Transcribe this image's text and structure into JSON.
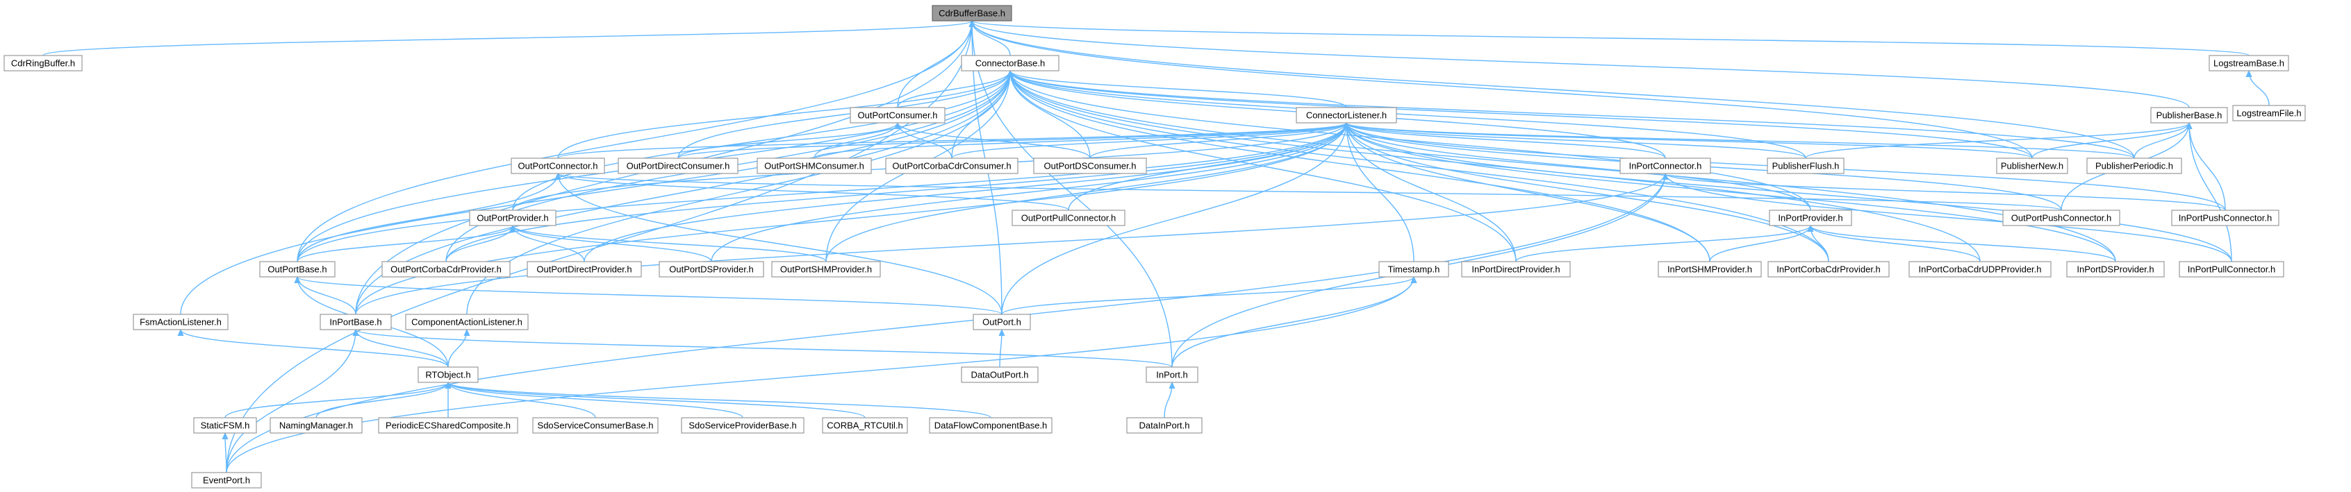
{
  "diagram": {
    "root": "CdrBufferBase.h",
    "colors": {
      "edge": "#63b8ff",
      "node_border": "#999999",
      "root_fill": "#999999",
      "background": "#ffffff"
    },
    "nodes": [
      {
        "id": "CdrBufferBase",
        "label": "CdrBufferBase.h"
      },
      {
        "id": "CdrRingBuffer",
        "label": "CdrRingBuffer.h"
      },
      {
        "id": "ConnectorBase",
        "label": "ConnectorBase.h"
      },
      {
        "id": "LogstreamBase",
        "label": "LogstreamBase.h"
      },
      {
        "id": "LogstreamFile",
        "label": "LogstreamFile.h"
      },
      {
        "id": "OutPortConsumer",
        "label": "OutPortConsumer.h"
      },
      {
        "id": "ConnectorListener",
        "label": "ConnectorListener.h"
      },
      {
        "id": "PublisherBase",
        "label": "PublisherBase.h"
      },
      {
        "id": "OutPortConnector",
        "label": "OutPortConnector.h"
      },
      {
        "id": "OutPortDirectConsumer",
        "label": "OutPortDirectConsumer.h"
      },
      {
        "id": "OutPortSHMConsumer",
        "label": "OutPortSHMConsumer.h"
      },
      {
        "id": "OutPortCorbaCdrConsumer",
        "label": "OutPortCorbaCdrConsumer.h"
      },
      {
        "id": "OutPortDSConsumer",
        "label": "OutPortDSConsumer.h"
      },
      {
        "id": "InPortConnector",
        "label": "InPortConnector.h"
      },
      {
        "id": "PublisherFlush",
        "label": "PublisherFlush.h"
      },
      {
        "id": "PublisherNew",
        "label": "PublisherNew.h"
      },
      {
        "id": "PublisherPeriodic",
        "label": "PublisherPeriodic.h"
      },
      {
        "id": "OutPortProvider",
        "label": "OutPortProvider.h"
      },
      {
        "id": "OutPortPullConnector",
        "label": "OutPortPullConnector.h"
      },
      {
        "id": "InPortProvider",
        "label": "InPortProvider.h"
      },
      {
        "id": "OutPortPushConnector",
        "label": "OutPortPushConnector.h"
      },
      {
        "id": "InPortPushConnector",
        "label": "InPortPushConnector.h"
      },
      {
        "id": "OutPortBase",
        "label": "OutPortBase.h"
      },
      {
        "id": "OutPortCorbaCdrProvider",
        "label": "OutPortCorbaCdrProvider.h"
      },
      {
        "id": "OutPortDirectProvider",
        "label": "OutPortDirectProvider.h"
      },
      {
        "id": "OutPortDSProvider",
        "label": "OutPortDSProvider.h"
      },
      {
        "id": "OutPortSHMProvider",
        "label": "OutPortSHMProvider.h"
      },
      {
        "id": "Timestamp",
        "label": "Timestamp.h"
      },
      {
        "id": "InPortDirectProvider",
        "label": "InPortDirectProvider.h"
      },
      {
        "id": "InPortSHMProvider",
        "label": "InPortSHMProvider.h"
      },
      {
        "id": "InPortCorbaCdrProvider",
        "label": "InPortCorbaCdrProvider.h"
      },
      {
        "id": "InPortCorbaCdrUDPProvider",
        "label": "InPortCorbaCdrUDPProvider.h"
      },
      {
        "id": "InPortDSProvider",
        "label": "InPortDSProvider.h"
      },
      {
        "id": "InPortPullConnector",
        "label": "InPortPullConnector.h"
      },
      {
        "id": "FsmActionListener",
        "label": "FsmActionListener.h"
      },
      {
        "id": "InPortBase",
        "label": "InPortBase.h"
      },
      {
        "id": "ComponentActionListener",
        "label": "ComponentActionListener.h"
      },
      {
        "id": "OutPort",
        "label": "OutPort.h"
      },
      {
        "id": "RTObject",
        "label": "RTObject.h"
      },
      {
        "id": "DataOutPort",
        "label": "DataOutPort.h"
      },
      {
        "id": "InPort",
        "label": "InPort.h"
      },
      {
        "id": "StaticFSM",
        "label": "StaticFSM.h"
      },
      {
        "id": "NamingManager",
        "label": "NamingManager.h"
      },
      {
        "id": "PeriodicECSharedComposite",
        "label": "PeriodicECSharedComposite.h"
      },
      {
        "id": "SdoServiceConsumerBase",
        "label": "SdoServiceConsumerBase.h"
      },
      {
        "id": "SdoServiceProviderBase",
        "label": "SdoServiceProviderBase.h"
      },
      {
        "id": "CORBA_RTCUtil",
        "label": "CORBA_RTCUtil.h"
      },
      {
        "id": "DataFlowComponentBase",
        "label": "DataFlowComponentBase.h"
      },
      {
        "id": "DataInPort",
        "label": "DataInPort.h"
      },
      {
        "id": "EventPort",
        "label": "EventPort.h"
      }
    ],
    "edges": [
      [
        "CdrRingBuffer",
        "CdrBufferBase"
      ],
      [
        "ConnectorBase",
        "CdrBufferBase"
      ],
      [
        "LogstreamBase",
        "CdrBufferBase"
      ],
      [
        "OutPortConsumer",
        "CdrBufferBase"
      ],
      [
        "PublisherBase",
        "CdrBufferBase"
      ],
      [
        "PublisherNew",
        "CdrBufferBase"
      ],
      [
        "PublisherPeriodic",
        "CdrBufferBase"
      ],
      [
        "OutPortBase",
        "CdrBufferBase"
      ],
      [
        "InPortBase",
        "CdrBufferBase"
      ],
      [
        "InPort",
        "CdrBufferBase"
      ],
      [
        "OutPort",
        "CdrBufferBase"
      ],
      [
        "EventPort",
        "CdrBufferBase"
      ],
      [
        "LogstreamFile",
        "LogstreamBase"
      ],
      [
        "OutPortConsumer",
        "ConnectorBase"
      ],
      [
        "ConnectorListener",
        "ConnectorBase"
      ],
      [
        "OutPortConnector",
        "ConnectorBase"
      ],
      [
        "OutPortDirectConsumer",
        "ConnectorBase"
      ],
      [
        "OutPortCorbaCdrConsumer",
        "ConnectorBase"
      ],
      [
        "OutPortDSConsumer",
        "ConnectorBase"
      ],
      [
        "InPortConnector",
        "ConnectorBase"
      ],
      [
        "PublisherFlush",
        "ConnectorBase"
      ],
      [
        "PublisherNew",
        "ConnectorBase"
      ],
      [
        "PublisherPeriodic",
        "ConnectorBase"
      ],
      [
        "OutPortProvider",
        "ConnectorBase"
      ],
      [
        "InPortProvider",
        "ConnectorBase"
      ],
      [
        "OutPortBase",
        "ConnectorBase"
      ],
      [
        "OutPortCorbaCdrProvider",
        "ConnectorBase"
      ],
      [
        "OutPortSHMProvider",
        "ConnectorBase"
      ],
      [
        "InPortDirectProvider",
        "ConnectorBase"
      ],
      [
        "InPortSHMProvider",
        "ConnectorBase"
      ],
      [
        "InPortCorbaCdrProvider",
        "ConnectorBase"
      ],
      [
        "InPortCorbaCdrUDPProvider",
        "ConnectorBase"
      ],
      [
        "InPortDSProvider",
        "ConnectorBase"
      ],
      [
        "FsmActionListener",
        "ConnectorBase"
      ],
      [
        "ComponentActionListener",
        "ConnectorBase"
      ],
      [
        "InPortBase",
        "ConnectorBase"
      ],
      [
        "OutPortDirectConsumer",
        "OutPortConsumer"
      ],
      [
        "OutPortSHMConsumer",
        "OutPortConsumer"
      ],
      [
        "OutPortCorbaCdrConsumer",
        "OutPortConsumer"
      ],
      [
        "OutPortDSConsumer",
        "OutPortConsumer"
      ],
      [
        "OutPortConnector",
        "ConnectorListener"
      ],
      [
        "OutPortDirectConsumer",
        "ConnectorListener"
      ],
      [
        "OutPortSHMConsumer",
        "ConnectorListener"
      ],
      [
        "OutPortCorbaCdrConsumer",
        "ConnectorListener"
      ],
      [
        "OutPortDSConsumer",
        "ConnectorListener"
      ],
      [
        "InPortConnector",
        "ConnectorListener"
      ],
      [
        "PublisherFlush",
        "ConnectorListener"
      ],
      [
        "PublisherNew",
        "ConnectorListener"
      ],
      [
        "PublisherPeriodic",
        "ConnectorListener"
      ],
      [
        "OutPortProvider",
        "ConnectorListener"
      ],
      [
        "OutPortPullConnector",
        "ConnectorListener"
      ],
      [
        "InPortProvider",
        "ConnectorListener"
      ],
      [
        "OutPortPushConnector",
        "ConnectorListener"
      ],
      [
        "InPortPushConnector",
        "ConnectorListener"
      ],
      [
        "OutPortBase",
        "ConnectorListener"
      ],
      [
        "OutPortCorbaCdrProvider",
        "ConnectorListener"
      ],
      [
        "OutPortDirectProvider",
        "ConnectorListener"
      ],
      [
        "OutPortDSProvider",
        "ConnectorListener"
      ],
      [
        "OutPortSHMProvider",
        "ConnectorListener"
      ],
      [
        "Timestamp",
        "ConnectorListener"
      ],
      [
        "InPortDirectProvider",
        "ConnectorListener"
      ],
      [
        "InPortSHMProvider",
        "ConnectorListener"
      ],
      [
        "InPortCorbaCdrProvider",
        "ConnectorListener"
      ],
      [
        "InPortDSProvider",
        "ConnectorListener"
      ],
      [
        "InPortPullConnector",
        "ConnectorListener"
      ],
      [
        "OutPort",
        "ConnectorListener"
      ],
      [
        "InPortBase",
        "ConnectorListener"
      ],
      [
        "PublisherFlush",
        "PublisherBase"
      ],
      [
        "PublisherNew",
        "PublisherBase"
      ],
      [
        "PublisherPeriodic",
        "PublisherBase"
      ],
      [
        "OutPortPushConnector",
        "PublisherBase"
      ],
      [
        "InPortPushConnector",
        "PublisherBase"
      ],
      [
        "InPortPullConnector",
        "PublisherBase"
      ],
      [
        "OutPortPullConnector",
        "OutPortConnector"
      ],
      [
        "OutPortPushConnector",
        "OutPortConnector"
      ],
      [
        "OutPort",
        "OutPortConnector"
      ],
      [
        "OutPortBase",
        "OutPortConnector"
      ],
      [
        "InPortPushConnector",
        "InPortConnector"
      ],
      [
        "InPortPullConnector",
        "InPortConnector"
      ],
      [
        "InPort",
        "InPortConnector"
      ],
      [
        "EventPort",
        "InPortConnector"
      ],
      [
        "InPortBase",
        "InPortConnector"
      ],
      [
        "OutPortCorbaCdrProvider",
        "OutPortProvider"
      ],
      [
        "OutPortDirectProvider",
        "OutPortProvider"
      ],
      [
        "OutPortDSProvider",
        "OutPortProvider"
      ],
      [
        "OutPortSHMProvider",
        "OutPortProvider"
      ],
      [
        "OutPortBase",
        "OutPortProvider"
      ],
      [
        "InPortDirectProvider",
        "InPortProvider"
      ],
      [
        "InPortSHMProvider",
        "InPortProvider"
      ],
      [
        "InPortCorbaCdrProvider",
        "InPortProvider"
      ],
      [
        "InPortCorbaCdrUDPProvider",
        "InPortProvider"
      ],
      [
        "InPortDSProvider",
        "InPortProvider"
      ],
      [
        "InPortBase",
        "OutPortBase"
      ],
      [
        "OutPort",
        "OutPortBase"
      ],
      [
        "RTObject",
        "OutPortBase"
      ],
      [
        "OutPort",
        "Timestamp"
      ],
      [
        "InPort",
        "Timestamp"
      ],
      [
        "EventPort",
        "Timestamp"
      ],
      [
        "RTObject",
        "InPortBase"
      ],
      [
        "InPort",
        "InPortBase"
      ],
      [
        "RTObject",
        "FsmActionListener"
      ],
      [
        "RTObject",
        "ComponentActionListener"
      ],
      [
        "DataOutPort",
        "OutPort"
      ],
      [
        "DataInPort",
        "InPort"
      ],
      [
        "StaticFSM",
        "RTObject"
      ],
      [
        "NamingManager",
        "RTObject"
      ],
      [
        "PeriodicECSharedComposite",
        "RTObject"
      ],
      [
        "SdoServiceConsumerBase",
        "RTObject"
      ],
      [
        "SdoServiceProviderBase",
        "RTObject"
      ],
      [
        "CORBA_RTCUtil",
        "RTObject"
      ],
      [
        "DataFlowComponentBase",
        "RTObject"
      ],
      [
        "EventPort",
        "StaticFSM"
      ],
      [
        "EventPort",
        "InPortBase"
      ]
    ]
  }
}
